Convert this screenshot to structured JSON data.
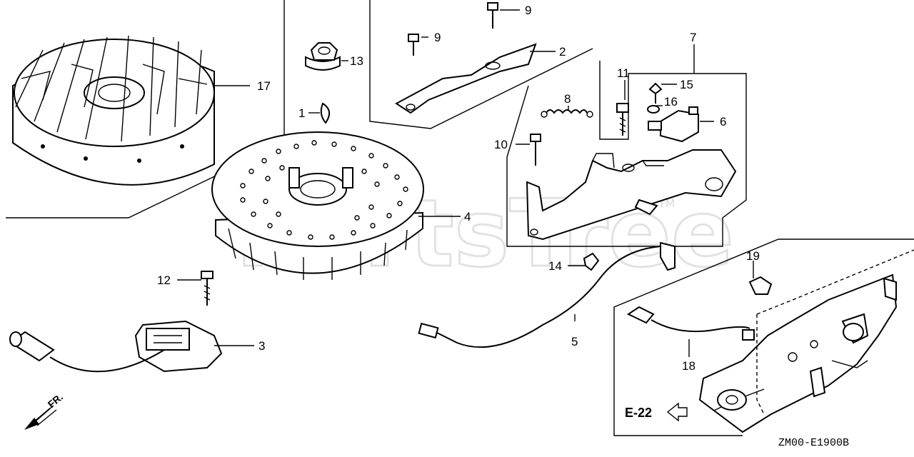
{
  "diagram": {
    "drawing_code": "ZM00-E1900B",
    "reference_page": "E-22",
    "direction_label": "FR.",
    "watermark": {
      "text": "PartsTree",
      "trademark": "TM"
    },
    "callouts": [
      {
        "id": "c1",
        "label": "1"
      },
      {
        "id": "c2",
        "label": "2"
      },
      {
        "id": "c3",
        "label": "3"
      },
      {
        "id": "c4",
        "label": "4"
      },
      {
        "id": "c5",
        "label": "5"
      },
      {
        "id": "c6",
        "label": "6"
      },
      {
        "id": "c7",
        "label": "7"
      },
      {
        "id": "c8",
        "label": "8"
      },
      {
        "id": "c9a",
        "label": "9"
      },
      {
        "id": "c9b",
        "label": "9"
      },
      {
        "id": "c10",
        "label": "10"
      },
      {
        "id": "c11",
        "label": "11"
      },
      {
        "id": "c12",
        "label": "12"
      },
      {
        "id": "c13",
        "label": "13"
      },
      {
        "id": "c14",
        "label": "14"
      },
      {
        "id": "c15",
        "label": "15"
      },
      {
        "id": "c16",
        "label": "16"
      },
      {
        "id": "c17",
        "label": "17"
      },
      {
        "id": "c18",
        "label": "18"
      },
      {
        "id": "c19",
        "label": "19"
      }
    ]
  }
}
